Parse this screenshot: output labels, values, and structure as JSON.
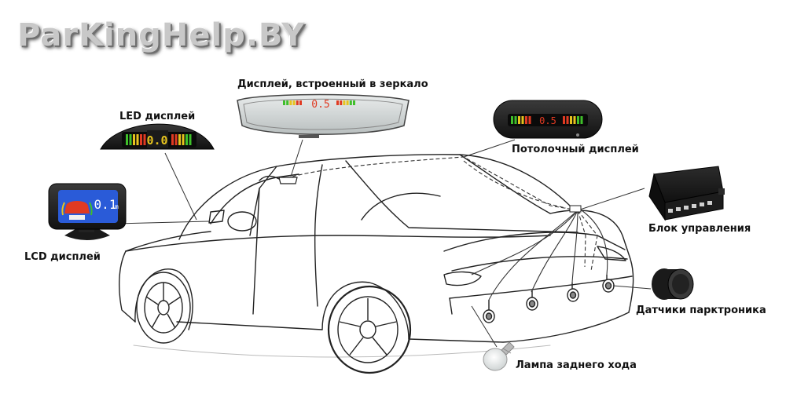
{
  "logo": {
    "text": "ParKingHelp.BY"
  },
  "labels": {
    "mirror_display": "Дисплей, встроенный в зеркало",
    "led_display": "LED дисплей",
    "ceiling_display": "Потолочный дисплей",
    "lcd_display": "LCD дисплей",
    "control_unit": "Блок управления",
    "sensors": "Датчики парктроника",
    "reverse_lamp": "Лампа заднего хода"
  },
  "readouts": {
    "led_value": "0.0",
    "mirror_value": "0.5",
    "ceiling_value": "0.5",
    "lcd_value": "0.1",
    "lcd_unit": "m"
  },
  "colors": {
    "seg_green": "#3fbf2a",
    "seg_yellow": "#e6c31e",
    "seg_red": "#e03a22",
    "lcd_blue": "#2a5bd8"
  }
}
